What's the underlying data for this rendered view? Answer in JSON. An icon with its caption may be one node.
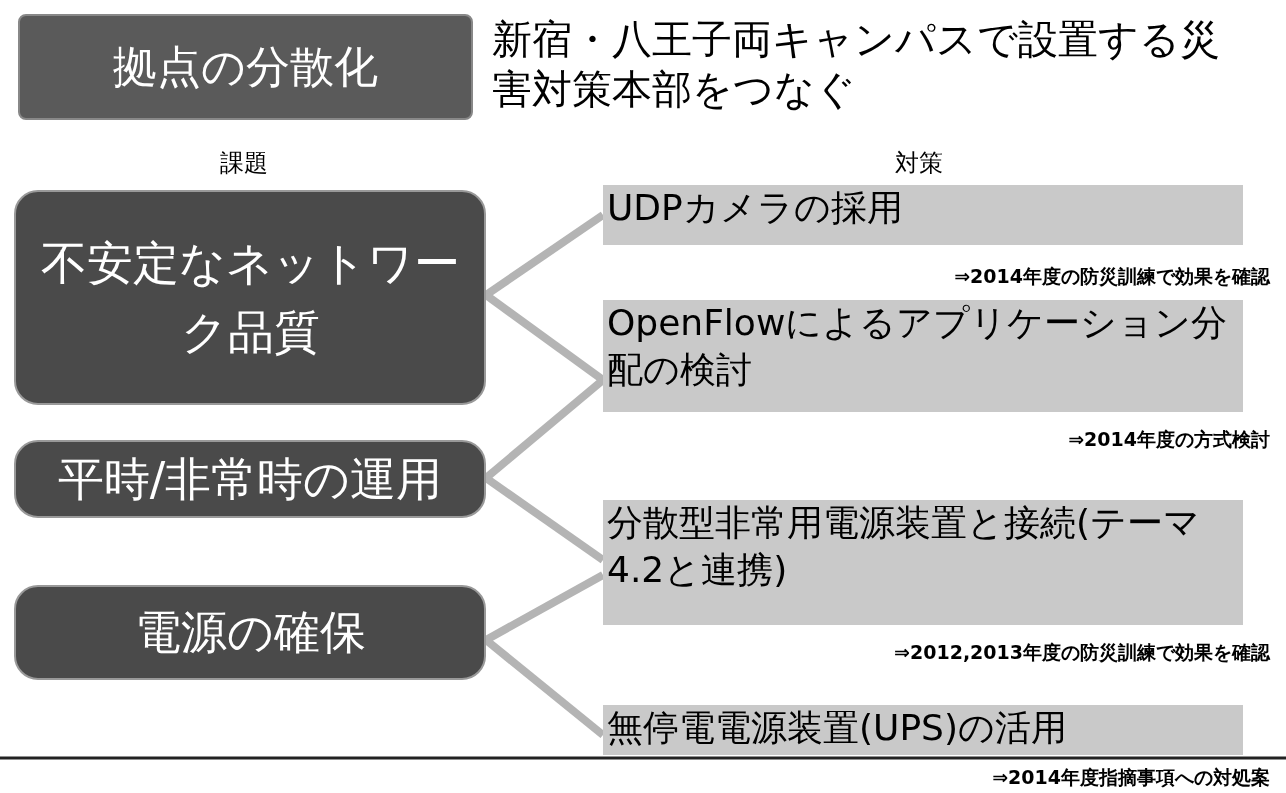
{
  "diagram": {
    "nodes": [
      {
        "text": [
          "拠点の分散化"
        ],
        "beside": [
          "新宿・八王子両キャンパスで設置する災害対策本部をつなぐ"
        ]
      },
      {
        "text": [
          "不安定なネットワーク品質"
        ]
      },
      {
        "text": [
          "平時/非常時の運用"
        ]
      },
      {
        "text": [
          "電源の確保"
        ]
      },
      {
        "text": [
          "UDPカメラの採用"
        ],
        "beside": [
          "⇒2014年度の防災訓練で効果を確認"
        ]
      },
      {
        "text": [
          "OpenFlowによるアプリケーション分配の検討"
        ],
        "beside": [
          "⇒2014年度の方式検討"
        ]
      },
      {
        "text": [
          "分散型非常用電源装置と接続(テーマ4.2と連携)"
        ],
        "beside": [
          "⇒2012,2013年度の防災訓練で効果を確認"
        ]
      },
      {
        "text": [
          "無停電電源装置(UPS)の活用"
        ],
        "beside": [
          "⇒2014年度指摘事項への対処案"
        ]
      }
    ],
    "edges": [
      {
        "from": 1,
        "to": 4,
        "arrow": "none"
      },
      {
        "from": 1,
        "to": 5,
        "arrow": "none"
      },
      {
        "from": 2,
        "to": 5,
        "arrow": "none"
      },
      {
        "from": 2,
        "to": 6,
        "arrow": "none"
      },
      {
        "from": 3,
        "to": 6,
        "arrow": "none"
      },
      {
        "from": 3,
        "to": 7,
        "arrow": "none"
      }
    ],
    "labels": [
      "課題",
      "対策"
    ]
  }
}
